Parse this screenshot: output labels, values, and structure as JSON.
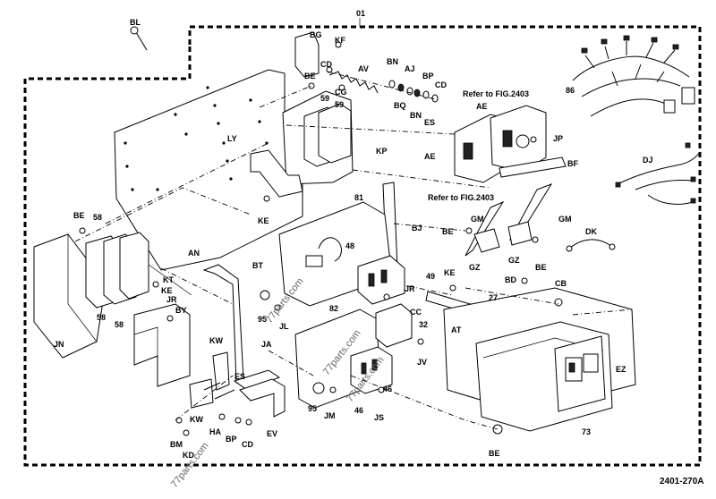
{
  "figure_code": "2401-270A",
  "watermark": "77parts.com",
  "callouts": {
    "top_left": [
      "01",
      "BL",
      "BG",
      "KF",
      "BE",
      "CD",
      "CG",
      "59",
      "59",
      "AV",
      "BN",
      "AJ",
      "BP",
      "CD",
      "BN",
      "BQ",
      "ES",
      "86"
    ],
    "ref1": "Refer to FIG.2403",
    "ref2": "Refer to FIG.2403",
    "mid": [
      "AE",
      "AE",
      "JP",
      "BF",
      "LY",
      "KP",
      "DJ",
      "KE",
      "81",
      "BJ",
      "GM",
      "GM",
      "BE",
      "DK",
      "GZ",
      "GZ",
      "BE"
    ],
    "left": [
      "BE",
      "58",
      "AN",
      "48",
      "BT",
      "KE",
      "49",
      "BD",
      "CB",
      "KT",
      "KE",
      "JN",
      "58",
      "58",
      "JR",
      "BY",
      "95",
      "JL",
      "JR",
      "CC",
      "27",
      "32",
      "AT",
      "KW",
      "JA",
      "82",
      "JV",
      "EZ"
    ],
    "bottom": [
      "ES",
      "95",
      "JM",
      "46",
      "46",
      "JS",
      "HA",
      "BP",
      "CD",
      "KW",
      "EV",
      "BM",
      "KD",
      "73",
      "BE"
    ]
  }
}
